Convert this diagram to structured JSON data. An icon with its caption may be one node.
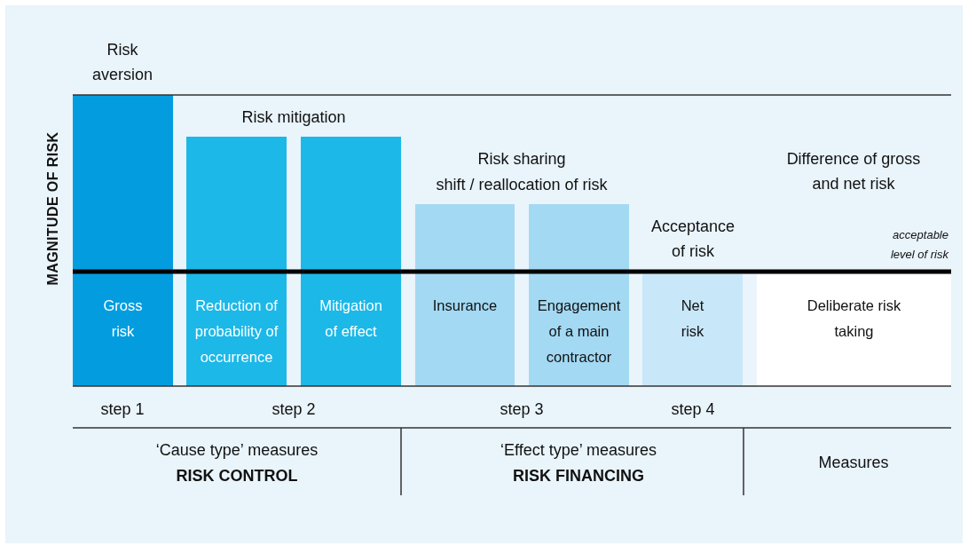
{
  "diagram": {
    "nodes": [
      {
        "text": [
          "Gross risk"
        ]
      },
      {
        "text": [
          "Reduction of probability of occurrence"
        ]
      },
      {
        "text": [
          "Mitigation of effect"
        ]
      },
      {
        "text": [
          "Insurance"
        ]
      },
      {
        "text": [
          "Engagement of a main contractor"
        ]
      },
      {
        "text": [
          "Net risk"
        ]
      },
      {
        "text": [
          "Deliberate risk taking"
        ]
      }
    ],
    "labels": [
      "MAGNITUDE OF RISK",
      "Risk aversion",
      "Risk mitigation",
      "Risk sharing",
      "shift / reallocation of risk",
      "Difference of gross and net risk",
      "Acceptance of risk",
      "acceptable level of risk",
      "step 1",
      "step 2",
      "step 3",
      "step 4",
      "‘Cause type’ measures",
      "RISK CONTROL",
      "‘Effect type’ measures",
      "RISK FINANCING",
      "Measures"
    ]
  }
}
